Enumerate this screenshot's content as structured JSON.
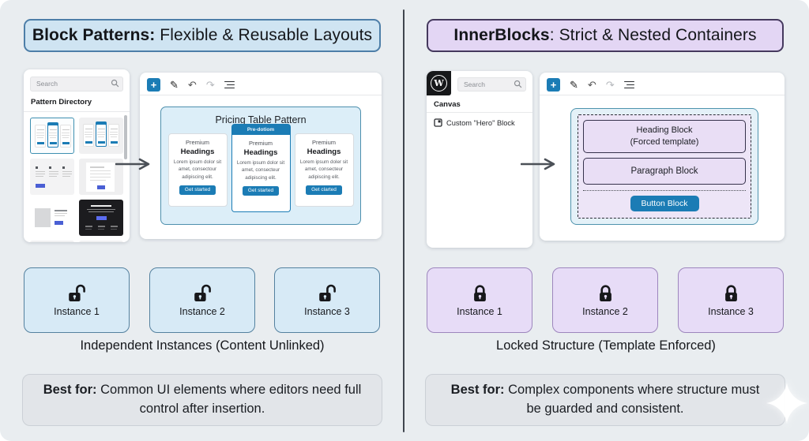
{
  "colors": {
    "page_bg": "#e9edf0",
    "accent_blue": "#1b7cb5",
    "left_header_fill": "#cfe4f2",
    "left_header_border": "#4d7ea8",
    "right_header_fill": "#e3d6f4",
    "right_header_border": "#45395e",
    "pattern_panel_fill": "#dceef8",
    "pattern_panel_border": "#4e90ad",
    "instance_blue_fill": "#d7eaf6",
    "instance_purple_fill": "#e7dcf7",
    "block_box_fill": "#e9def5",
    "best_for_fill": "#e2e5e9"
  },
  "icons": {
    "plus": "+",
    "pencil": "✎",
    "undo": "↶",
    "redo": "↷",
    "wp_logo_letter": "W"
  },
  "left": {
    "header": {
      "bold": "Block Patterns:",
      "rest": " Flexible & Reusable Layouts"
    },
    "sidebar": {
      "search_placeholder": "Search",
      "title": "Pattern Directory"
    },
    "pattern": {
      "title": "Pricing Table Pattern",
      "badge": "Pre-dotiom",
      "cards": [
        {
          "tier": "Premium",
          "heading": "Headings",
          "body": "Lorem ipsum dolor sit amet, consectour adipiscing elit.",
          "button": "Get started"
        },
        {
          "tier": "Premium",
          "heading": "Headings",
          "body": "Lorem ipsum dolor sit amet, consecteur adipiscing elit.",
          "button": "Get started"
        },
        {
          "tier": "Premium",
          "heading": "Headings",
          "body": "Lorem ipsum doler sit amet, consecteur adipiscing elit.",
          "button": "Get clarted"
        }
      ]
    },
    "instances": {
      "labels": [
        "Instance 1",
        "Instance 2",
        "Instance 3"
      ],
      "caption": "Independent Instances (Content Unlinked)"
    },
    "best_for": {
      "bold": "Best for:",
      "rest": " Common UI elements where editors need full control after insertion."
    }
  },
  "right": {
    "header": {
      "bold": "InnerBlocks",
      "rest": ": Strict & Nested Containers"
    },
    "sidebar": {
      "search_placeholder": "Search",
      "title": "Canvas",
      "item": "Custom \"Hero\" Block"
    },
    "blocks": {
      "heading_line1": "Heading Block",
      "heading_line2": "(Forced template)",
      "paragraph": "Paragraph Block",
      "button": "Button Block"
    },
    "instances": {
      "labels": [
        "Instance 1",
        "Instance 2",
        "Instance 3"
      ],
      "caption": "Locked Structure (Template Enforced)"
    },
    "best_for": {
      "bold": "Best for:",
      "rest": " Complex components where structure must be guarded and consistent."
    }
  }
}
